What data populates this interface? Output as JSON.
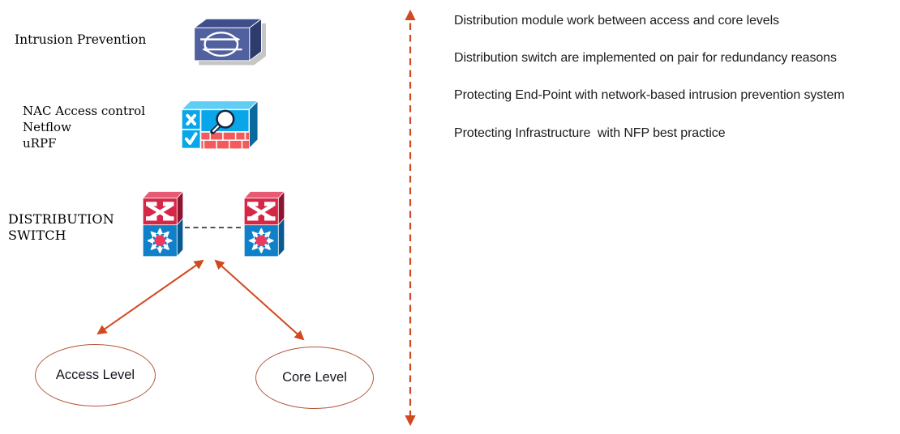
{
  "left_labels": {
    "intrusion_prevention": "Intrusion Prevention",
    "nac_lines": [
      "NAC Access control",
      "Netflow",
      "uRPF"
    ],
    "distribution_switch_lines": [
      "DISTRIBUTION",
      "SWITCH"
    ]
  },
  "ellipses": {
    "access": "Access Level",
    "core": "Core Level"
  },
  "notes": [
    "Distribution module work between access and core levels",
    "Distribution switch are implemented on pair for redundancy reasons",
    "Protecting End-Point with network-based intrusion prevention system",
    "Protecting Infrastructure  with NFP best practice"
  ],
  "icons": {
    "ips": "intrusion-prevention-icon",
    "nac": "nac-firewall-icon",
    "switch_left": "multilayer-switch-icon",
    "switch_right": "multilayer-switch-icon"
  },
  "colors": {
    "arrow": "#d0491f",
    "ellipse_stroke": "#b2573d",
    "connector_dash": "#1a1a1a",
    "note_text": "#1c1c1c",
    "label_text": "#000000",
    "ips_front": "#51609f",
    "nac_front": "#09a7e9",
    "switch_red": "#d62747",
    "switch_blue": "#1080c8",
    "brick": "#f4595b"
  }
}
